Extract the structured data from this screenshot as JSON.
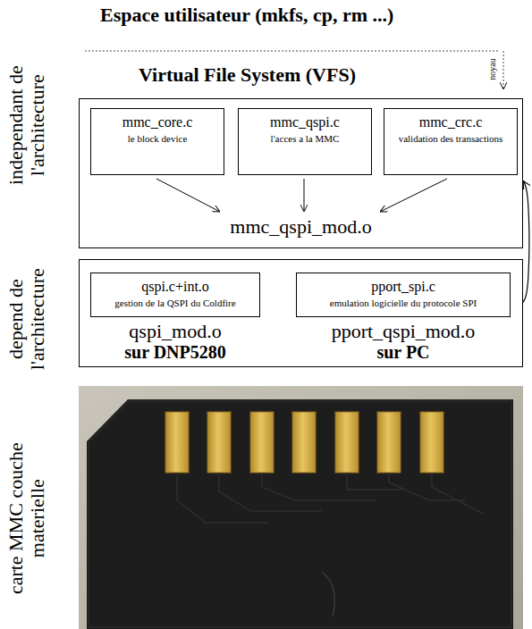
{
  "diagram": {
    "nodes": [
      {
        "text": [
          "mmc_qspi_mod.o"
        ]
      },
      {
        "text": [
          "mmc_core.c",
          "le block device"
        ],
        "in": 0
      },
      {
        "text": [
          "mmc_qspi.c",
          "l'acces a la MMC"
        ],
        "in": 0
      },
      {
        "text": [
          "mmc_crc.c",
          "validation des transactions"
        ],
        "in": 0
      },
      {
        "text": [
          "qspi_mod.o",
          "sur DNP5280",
          "pport_qspi_mod.o",
          "sur PC"
        ]
      },
      {
        "text": [
          "qspi.c+int.o",
          "gestion de la QSPI du Coldfire"
        ],
        "in": 4
      },
      {
        "text": [
          "pport_spi.c",
          "emulation logicielle du protocole SPI"
        ],
        "in": 4
      }
    ],
    "edges": [
      {
        "from": 4,
        "to": 0,
        "arrow": "to"
      }
    ],
    "labels": [
      "Espace utilisateur (mkfs, cp, rm ...)",
      "noyau",
      "Virtual File System (VFS)",
      "independant de l'architecture",
      "depend de l'architecture",
      "carte MMC couche materielle"
    ]
  }
}
